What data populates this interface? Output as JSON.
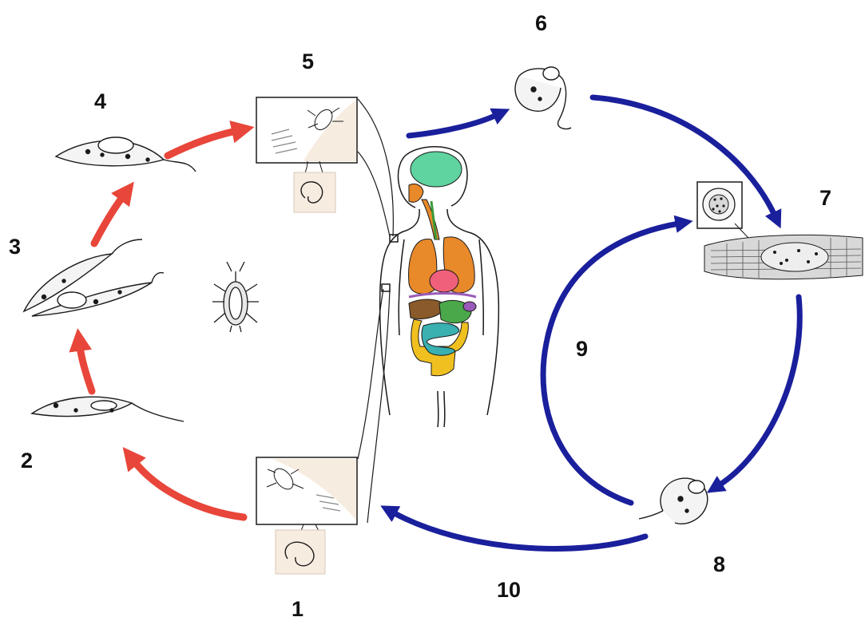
{
  "stage_labels": [
    "1",
    "2",
    "3",
    "4",
    "5",
    "6",
    "7",
    "8",
    "9",
    "10"
  ],
  "colors": {
    "insect_cycle_arrow": "#e8463a",
    "human_cycle_arrow": "#1a1f9c",
    "inset_background": "#f7ece0",
    "outline": "#1a1a1a",
    "brain": "#5fd3a0",
    "lungs": "#e8892a",
    "heart": "#f0607a",
    "liver": "#8a5a2a",
    "stomach": "#4aa84a",
    "spleen": "#9a5ab8",
    "small_intestine": "#3ab0b0",
    "large_intestine": "#f0c020",
    "esophagus": "#e8892a"
  },
  "icons": [
    "bug-icon",
    "trypomastigote-icon",
    "epimastigote-icon",
    "amastigote-cell-icon",
    "muscle-tissue-icon",
    "human-body-icon"
  ]
}
